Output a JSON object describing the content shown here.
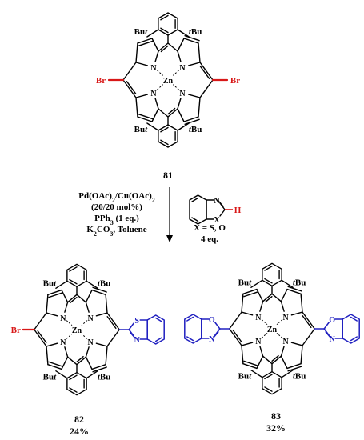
{
  "colors": {
    "bond": "#000000",
    "bromine": "#d81818",
    "heteroaryl": "#2020c0"
  },
  "atoms": {
    "zinc": "Zn",
    "nitrogen": "N",
    "bromine": "Br",
    "sulfur": "S",
    "oxygen": "O",
    "hetero_x": "X",
    "hydrogen": "H"
  },
  "substituents": {
    "tbu_left": "But",
    "tbu_right": "tBu"
  },
  "start": {
    "id": "81"
  },
  "conditions": {
    "line1": "Pd(OAc)2/Cu(OAc)2",
    "line2": "(20/20 mol%)",
    "line3": "PPh3 (1 eq.)",
    "line4": "K2CO3, Toluene"
  },
  "reagent": {
    "line1": "X = S, O",
    "line2": "4 eq."
  },
  "products": [
    {
      "id": "82",
      "yield": "24%"
    },
    {
      "id": "83",
      "yield": "32%"
    }
  ]
}
